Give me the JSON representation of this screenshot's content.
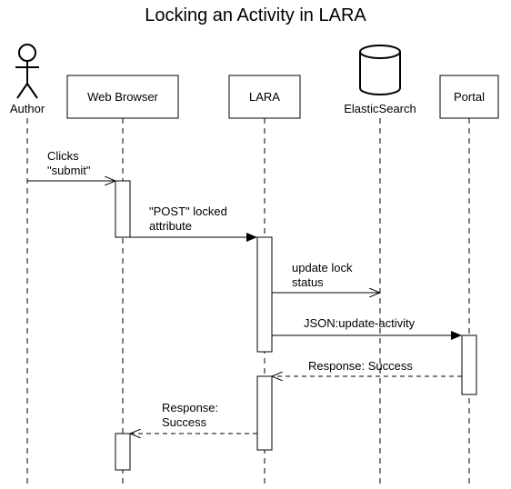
{
  "title": "Locking an Activity in LARA",
  "participants": {
    "author": "Author",
    "browser": "Web Browser",
    "lara": "LARA",
    "elastic": "ElasticSearch",
    "portal": "Portal"
  },
  "messages": {
    "m1": [
      "Clicks",
      "\"submit\""
    ],
    "m2": [
      "\"POST\" locked",
      "attribute"
    ],
    "m3": [
      "update lock",
      "status"
    ],
    "m4": [
      "JSON:update-activity"
    ],
    "m5": [
      "Response: Success"
    ],
    "m6": [
      "Response:",
      "Success"
    ]
  },
  "colors": {
    "stroke": "#000000",
    "background": "#ffffff"
  }
}
